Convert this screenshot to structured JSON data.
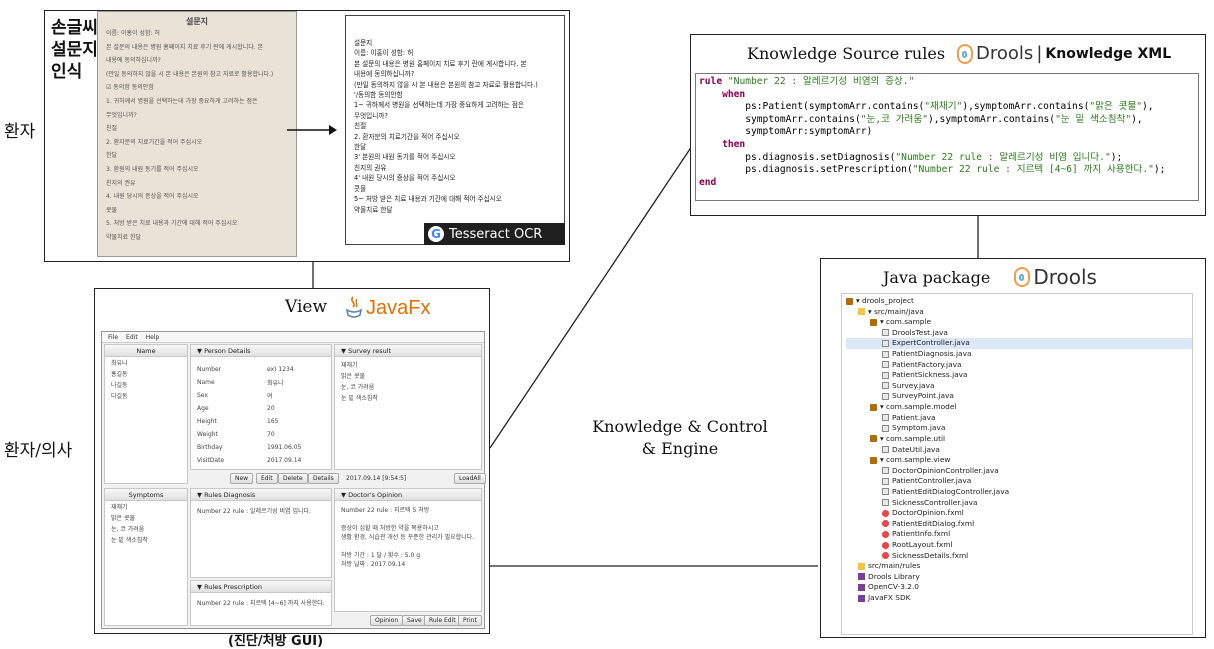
{
  "labels": {
    "patient": "환자",
    "patient_doctor": "환자/의사",
    "knowledge_control_line1": "Knowledge & Control",
    "knowledge_control_line2": "& Engine",
    "gui_caption": "(진단/처방 GUI)",
    "ocr_title_lines": [
      "손글씨",
      "설문지",
      "인식"
    ]
  },
  "ocr_panel": {
    "paper_title": "설문지",
    "paper_lines": [
      "이름: 이홍이  성함: 허",
      "본 설문의 내용은 병원 홈페이지 치료 후기 란에 게시합니다. 본",
      "내용에 동의하십니까?",
      "(만일 동의하지 않을 시 본 내용은 본원의 참고 자료로 활용합니다.)",
      "☑ 동의함        동의안함",
      "1. 귀하께서 병원을 선택하는데 가장 중요하게 고려하는 점은",
      "무엇입니까?",
      "친절",
      "2. 환자분의 치료기간을 적어 주십시오",
      "한달",
      "3. 환원의 내원 동기를 적어 주십시오",
      "친지의 권유",
      "4. 내원 당시의 증상을 적어 주십시오",
      "콧물",
      "5. 처방 받은 치료 내용과 기간에 대해 적어 주십시오",
      "약물치료   한달"
    ],
    "ocr_lines": [
      "설문지",
      "이름: 이홍이 성함: 허",
      "본 설문의 내용은 병원 홈페이지 치료 후기 란에 게시합니다. 본",
      "내용에 동의하십니까?",
      "(만일 동의하지 않을 시 본 내용은 본원의 참고 자료로 활용합니다.)",
      "'/동의함 동의안함",
      "1~ 귀하께서 병원을 선택하는데 가장 중요하게 고려하는 점은",
      "무엇입니까?",
      "친절",
      "2. 환자분의 치료기간을 적어 주십시오",
      "한달",
      "3' 본원의 내원 동기를 적어 주십시오",
      "친지의 권유",
      "4' 내원 당시의 증상을 적어 주십시오",
      "콧물",
      "5~ 처방 받은 치료 내용과 기간에 대해 적어 주십시오",
      "약물치료 한달"
    ],
    "tesseract_label": "Tesseract OCR",
    "arrow_icon": "right-arrow-icon"
  },
  "view_panel": {
    "title": "View",
    "javafx_label": "JavaFx",
    "menu": [
      "File",
      "Edit",
      "Help"
    ],
    "name_header": "Name",
    "names": [
      "최유니",
      "홍길동",
      "나길동",
      "다길동"
    ],
    "person_details_header": "▼ Person Details",
    "person_fields": [
      {
        "k": "Number",
        "v": "ex) 1234"
      },
      {
        "k": "Name",
        "v": "최유니"
      },
      {
        "k": "Sex",
        "v": "여"
      },
      {
        "k": "Age",
        "v": "20"
      },
      {
        "k": "Height",
        "v": "165"
      },
      {
        "k": "Weight",
        "v": "70"
      },
      {
        "k": "Birthday",
        "v": "1991.06.05"
      },
      {
        "k": "VisitDate",
        "v": "2017.09.14"
      }
    ],
    "survey_header": "▼ Survey result",
    "survey_items": [
      "재채기",
      "맑은 콧물",
      "눈, 코 가려움",
      "눈 밑 색소침착"
    ],
    "buttons_top": [
      "New",
      "Edit",
      "Delete",
      "Details"
    ],
    "timestamp": "2017.09.14 [9:54:5]",
    "load_all": "LoadAll",
    "symptoms_header": "Symptoms",
    "symptoms": [
      "재채기",
      "맑은 콧물",
      "눈, 코 가려움",
      "눈 밑 색소침착"
    ],
    "rules_diagnosis_header": "▼ Rules Diagnosis",
    "rules_diagnosis_text": "Number 22 rule : 알레르기성 비염 입니다.",
    "rules_prescription_header": "▼ Rules Prescription",
    "rules_prescription_text": "Number 22 rule : 지르텍 [4~6] 까지 사용한다.",
    "doctors_opinion_header": "▼ Doctor's Opinion",
    "doctor_lines": [
      "Number 22 rule : 지르텍 5 처방",
      "",
      "증상이 심할 때 처방한 약을 복용하시고",
      "생활 환경, 식습관 개선 등 꾸준한 관리가 필요합니다.",
      "",
      "처방 기간 : 1 달 / 횟수 : 5.0 g",
      "처방 날짜 : 2017.09.14"
    ],
    "buttons_bottom": [
      "Opinion",
      "Save",
      "Rule Edit",
      "Print"
    ]
  },
  "rules_panel": {
    "title": "Knowledge Source rules",
    "drools_label": "Drools",
    "separator": "|",
    "knowledge_xml": "Knowledge XML",
    "code": {
      "rule_kw": "rule",
      "rule_name": "\"Number 22 : 알레르기성 비염의 증상.\"",
      "when_kw": "when",
      "when_lines": [
        "ps:Patient(symptomArr.contains(\"재채기\"),symptomArr.contains(\"맑은 콧물\"),",
        "symptomArr.contains(\"눈,코 가려움\"),symptomArr.contains(\"눈 밑 색소침착\"),",
        "symptomArr:symptomArr)"
      ],
      "then_kw": "then",
      "then_lines": [
        "ps.diagnosis.setDiagnosis(\"Number 22 rule : 알레르기성 비염 입니다.\");",
        "ps.diagnosis.setPrescription(\"Number 22 rule : 지르텍 [4~6] 까지 사용한다.\");"
      ],
      "end_kw": "end"
    }
  },
  "package_panel": {
    "title": "Java package",
    "drools_label": "Drools",
    "tree": [
      {
        "indent": 0,
        "icon": "p",
        "text": "▾ drools_project"
      },
      {
        "indent": 1,
        "icon": "f",
        "text": "▾ src/main/java"
      },
      {
        "indent": 2,
        "icon": "p",
        "text": "▾ com.sample"
      },
      {
        "indent": 3,
        "icon": "j",
        "text": "DroolsTest.java"
      },
      {
        "indent": 3,
        "icon": "j",
        "text": "ExpertController.java",
        "sel": true
      },
      {
        "indent": 3,
        "icon": "j",
        "text": "PatientDiagnosis.java"
      },
      {
        "indent": 3,
        "icon": "j",
        "text": "PatientFactory.java"
      },
      {
        "indent": 3,
        "icon": "j",
        "text": "PatientSickness.java"
      },
      {
        "indent": 3,
        "icon": "j",
        "text": "Survey.java"
      },
      {
        "indent": 3,
        "icon": "j",
        "text": "SurveyPoint.java"
      },
      {
        "indent": 2,
        "icon": "p",
        "text": "▾ com.sample.model"
      },
      {
        "indent": 3,
        "icon": "j",
        "text": "Patient.java"
      },
      {
        "indent": 3,
        "icon": "j",
        "text": "Symptom.java"
      },
      {
        "indent": 2,
        "icon": "p",
        "text": "▾ com.sample.util"
      },
      {
        "indent": 3,
        "icon": "j",
        "text": "DateUtil.java"
      },
      {
        "indent": 2,
        "icon": "p",
        "text": "▾ com.sample.view"
      },
      {
        "indent": 3,
        "icon": "j",
        "text": "DoctorOpinionController.java"
      },
      {
        "indent": 3,
        "icon": "j",
        "text": "PatientController.java"
      },
      {
        "indent": 3,
        "icon": "j",
        "text": "PatientEditDialogController.java"
      },
      {
        "indent": 3,
        "icon": "j",
        "text": "SicknessController.java"
      },
      {
        "indent": 3,
        "icon": "x",
        "text": "DoctorOpinion.fxml"
      },
      {
        "indent": 3,
        "icon": "x",
        "text": "PatientEditDialog.fxml"
      },
      {
        "indent": 3,
        "icon": "x",
        "text": "PatientInfo.fxml"
      },
      {
        "indent": 3,
        "icon": "x",
        "text": "RootLayout.fxml"
      },
      {
        "indent": 3,
        "icon": "x",
        "text": "SicknessDetails.fxml"
      },
      {
        "indent": 1,
        "icon": "f",
        "text": "src/main/rules"
      },
      {
        "indent": 1,
        "icon": "l",
        "text": "Drools Library"
      },
      {
        "indent": 1,
        "icon": "l",
        "text": "OpenCV-3.2.0"
      },
      {
        "indent": 1,
        "icon": "l",
        "text": "JavaFX SDK"
      }
    ]
  }
}
